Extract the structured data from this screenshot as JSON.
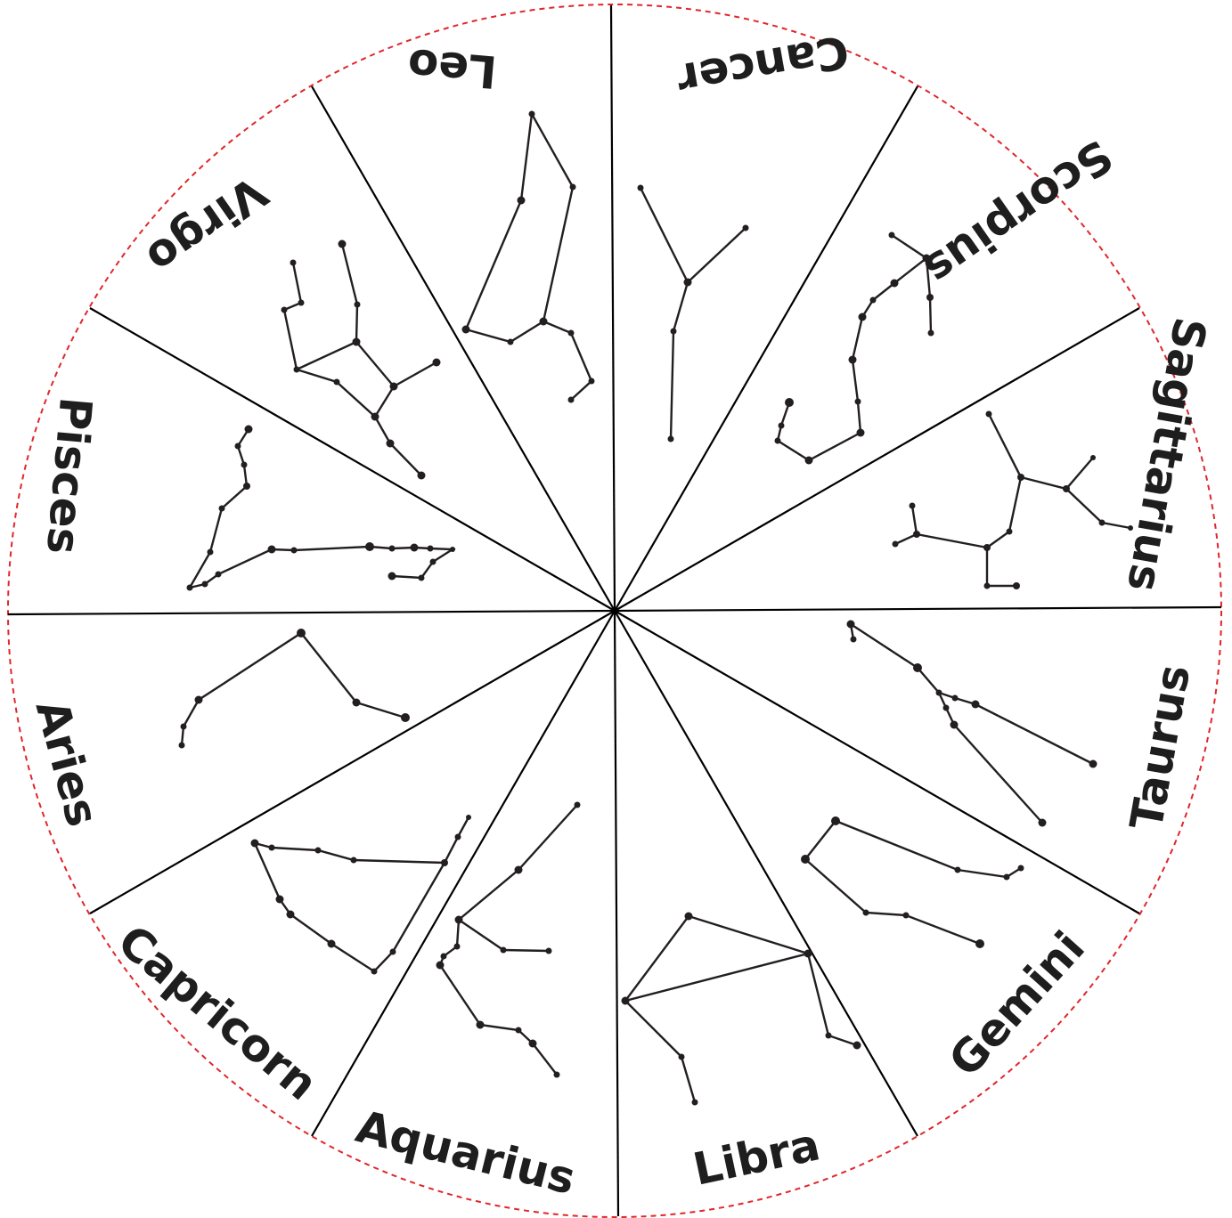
{
  "signs": [
    {
      "id": "leo",
      "label": "Leo"
    },
    {
      "id": "cancer",
      "label": "Cancer"
    },
    {
      "id": "scorpius",
      "label": "Scorpius"
    },
    {
      "id": "sagittarius",
      "label": "Sagittarius"
    },
    {
      "id": "taurus",
      "label": "Taurus"
    },
    {
      "id": "gemini",
      "label": "Gemini"
    },
    {
      "id": "libra",
      "label": "Libra"
    },
    {
      "id": "aquarius",
      "label": "Aquarius"
    },
    {
      "id": "capricorn",
      "label": "Capricorn"
    },
    {
      "id": "aries",
      "label": "Aries"
    },
    {
      "id": "pisces",
      "label": "Pisces"
    },
    {
      "id": "virgo",
      "label": "Virgo"
    }
  ],
  "colors": {
    "rim": "#e0262b",
    "divider": "#000000",
    "constellation": "#231f20",
    "label": "#1e1e1e"
  }
}
